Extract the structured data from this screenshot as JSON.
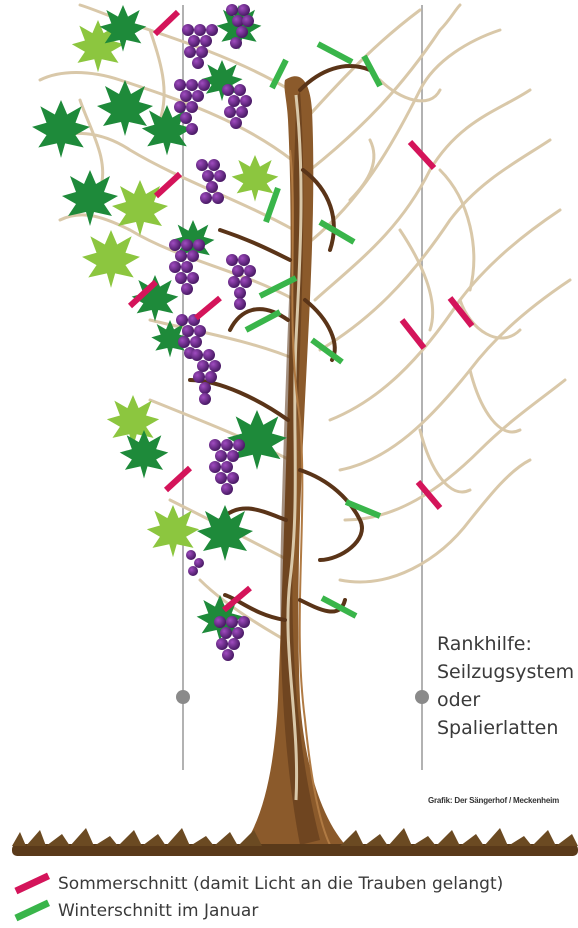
{
  "support_label": {
    "lines": [
      "Rankhilfe:",
      "Seilzugsystem",
      "oder",
      "Spalierlatten"
    ]
  },
  "credit": "Grafik: Der Sängerhof / Meckenheim",
  "legend": [
    {
      "label": "Sommerschnitt (damit Licht an die Trauben gelangt)",
      "color": "#d4145a"
    },
    {
      "label": "Winterschnitt im Januar",
      "color": "#39b54a"
    }
  ],
  "colors": {
    "summer_cut": "#d4145a",
    "winter_cut": "#39b54a",
    "trunk": "#8b5a2b",
    "trunk_dark": "#5a3418",
    "tendril": "#d9c8a9",
    "leaf_dark": "#1e8a3a",
    "leaf_light": "#8cc63f",
    "grape": "#6a2a8c",
    "ground": "#5a3a1a",
    "support_wire": "#999999"
  }
}
